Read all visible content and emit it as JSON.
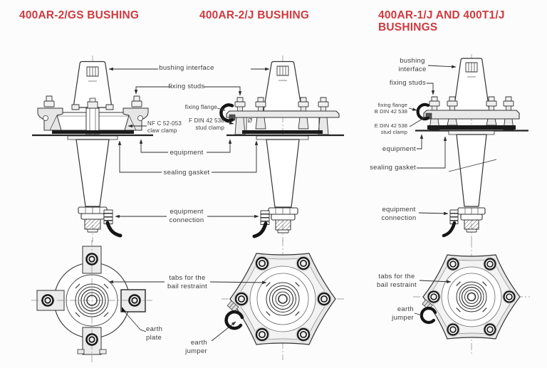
{
  "theme": {
    "accent_red": "#cf3a3f",
    "ink": "#3c3c3c",
    "line": "#333333",
    "bg": "#fcfcfc"
  },
  "titles": {
    "left": "400AR-2/GS BUSHING",
    "middle": "400AR-2/J BUSHING",
    "right_line1": "400AR-1/J AND 400T1/J",
    "right_line2": "BUSHINGS"
  },
  "labels": {
    "center": {
      "bushing_interface": "bushing interface",
      "fixing_studs": "fixing studs",
      "fixing_flange": "fixing flange",
      "claw_clamp_l1": "NF C 52-053",
      "claw_clamp_l2": "claw clamp",
      "stud_clamp_l1": "F DIN 42 538",
      "stud_clamp_l2": "stud clamp",
      "equipment": "equipment",
      "sealing_gasket": "sealing gasket",
      "equipment_connection_l1": "equipment",
      "equipment_connection_l2": "connection",
      "bail_restraint_l1": "tabs for the",
      "bail_restraint_l2": "bail restraint",
      "earth_plate_l1": "earth",
      "earth_plate_l2": "plate",
      "earth_jumper_l1": "earth",
      "earth_jumper_l2": "jumper"
    },
    "right": {
      "bushing_interface_l1": "bushing",
      "bushing_interface_l2": "interface",
      "fixing_studs": "fixing studs",
      "fixing_flange_l1": "fixing flange",
      "fixing_flange_l2": "B DIN 42 538",
      "stud_clamp_l1": "E DIN 42 538",
      "stud_clamp_l2": "stud clamp",
      "equipment": "equipment",
      "sealing_gasket": "sealing gasket",
      "equipment_connection_l1": "equipment",
      "equipment_connection_l2": "connection",
      "bail_restraint_l1": "tabs for the",
      "bail_restraint_l2": "bail restraint",
      "earth_jumper_l1": "earth",
      "earth_jumper_l2": "jumper"
    }
  }
}
